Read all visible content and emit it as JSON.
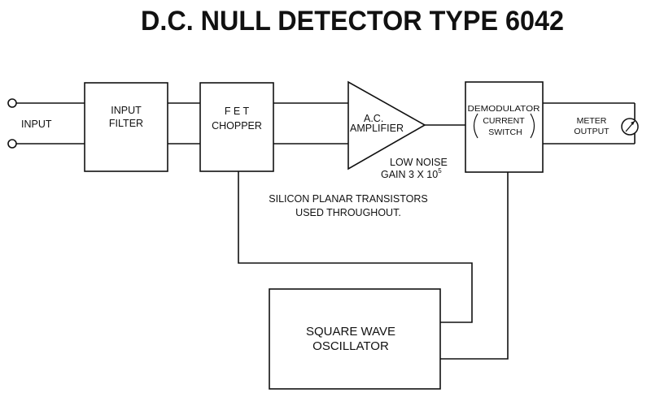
{
  "title": "D.C.  NULL  DETECTOR   TYPE  6042",
  "input_label": "INPUT",
  "blocks": {
    "input_filter": {
      "line1": "INPUT",
      "line2": "FILTER"
    },
    "fet_chopper": {
      "line1": "F E T",
      "line2": "CHOPPER"
    },
    "ac_amplifier": {
      "line1": "A.C.",
      "line2": "AMPLIFIER"
    },
    "demodulator": {
      "line1": "DEMODULATOR",
      "line2": "CURRENT",
      "line3": "SWITCH"
    },
    "meter": {
      "line1": "METER",
      "line2": "OUTPUT"
    },
    "oscillator": {
      "line1": "SQUARE  WAVE",
      "line2": "OSCILLATOR"
    }
  },
  "notes": {
    "low_noise": "LOW NOISE",
    "gain_base": "GAIN  3 X 10",
    "gain_exp": "5",
    "silicon_line1": "SILICON PLANAR TRANSISTORS",
    "silicon_line2": "USED THROUGHOUT."
  }
}
